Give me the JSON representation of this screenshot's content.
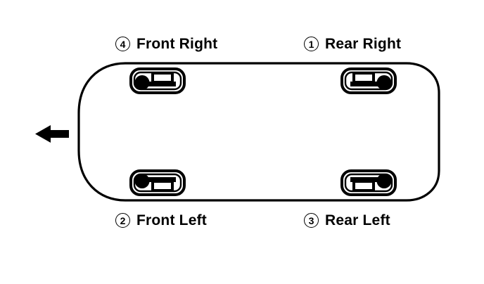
{
  "diagram": {
    "title": "Vehicle tire pressure sensor positions",
    "view": "underside plan view",
    "colors": {
      "stroke": "#000000",
      "fill": "#000000",
      "background": "#ffffff"
    },
    "direction_arrow": {
      "name": "vehicle-forward-direction",
      "points": "left"
    },
    "body": {
      "name": "vehicle-body-outline"
    },
    "wheels": [
      {
        "id": "front-right",
        "index": "4",
        "label": "Front Right",
        "position": "top-left",
        "icon": "tire-pressure-sensor-icon",
        "flip_x": false,
        "flip_y": false
      },
      {
        "id": "rear-right",
        "index": "1",
        "label": "Rear Right",
        "position": "top-right",
        "icon": "tire-pressure-sensor-icon",
        "flip_x": true,
        "flip_y": false
      },
      {
        "id": "front-left",
        "index": "2",
        "label": "Front Left",
        "position": "bottom-left",
        "icon": "tire-pressure-sensor-icon",
        "flip_x": false,
        "flip_y": true
      },
      {
        "id": "rear-left",
        "index": "3",
        "label": "Rear Left",
        "position": "bottom-right",
        "icon": "tire-pressure-sensor-icon",
        "flip_x": true,
        "flip_y": true
      }
    ]
  }
}
